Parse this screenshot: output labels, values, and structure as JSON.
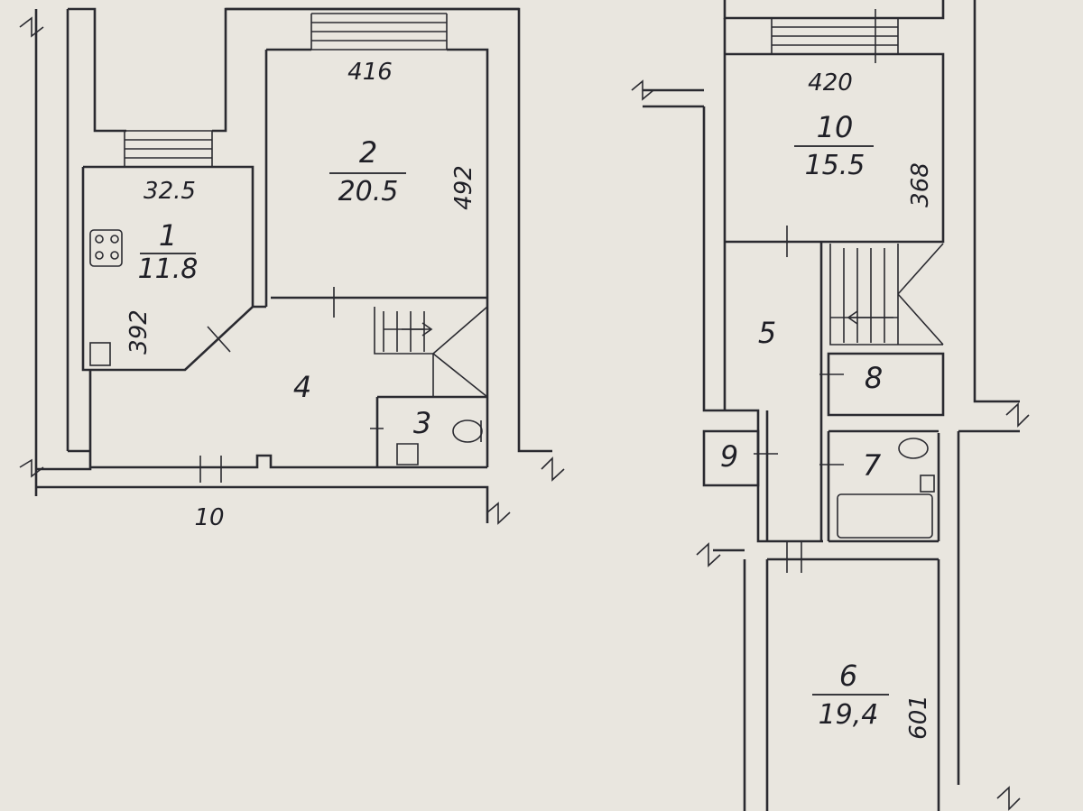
{
  "rooms": [
    {
      "id": "room-1",
      "number": "1",
      "area": "11.8"
    },
    {
      "id": "room-2",
      "number": "2",
      "area": "20.5"
    },
    {
      "id": "room-3",
      "number": "3"
    },
    {
      "id": "room-4",
      "number": "4"
    },
    {
      "id": "room-5",
      "number": "5"
    },
    {
      "id": "room-6",
      "number": "6",
      "area": "19,4"
    },
    {
      "id": "room-7",
      "number": "7"
    },
    {
      "id": "room-8",
      "number": "8"
    },
    {
      "id": "room-9",
      "number": "9"
    },
    {
      "id": "room-10",
      "number": "10",
      "area": "15.5"
    }
  ],
  "dimensions": {
    "kitchen_width": "32.5",
    "kitchen_depth": "392",
    "room2_width": "416",
    "room2_depth": "492",
    "left_bottom": "10",
    "room10_width": "420",
    "room10_depth": "368",
    "room6_depth": "601"
  }
}
